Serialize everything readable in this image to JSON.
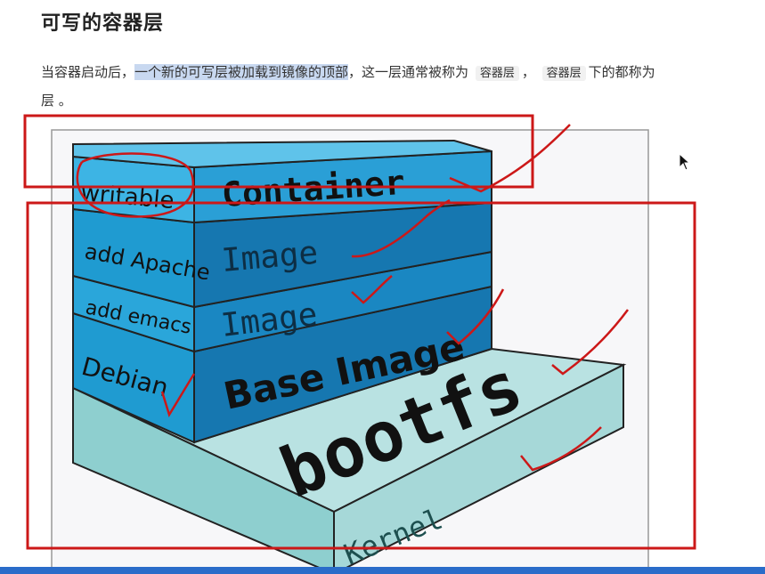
{
  "section": {
    "heading": "可写的容器层",
    "para_before": "当容器启动后，",
    "para_highlight": "一个新的可写层被加载到镜像的顶部",
    "para_middle": "，这一层通常被称为",
    "code1": "容器层",
    "para_sep": "，",
    "code2": "容器层",
    "para_after": "下的都称为",
    "para_line2": "层 。"
  },
  "diagram": {
    "labels": {
      "writable": "writable",
      "container": "Container",
      "add_apache": "add Apache",
      "image1": "Image",
      "add_emacs": "add emacs",
      "image2": "Image",
      "debian": "Debian",
      "base_image": "Base Image",
      "bootfs": "bootfs",
      "kernel": "Kernel"
    },
    "colors": {
      "top_face": "#5fc3ea",
      "layer_front": "#1f9bd1",
      "layer_side": "#1677b0",
      "base_top": "#b9e2e2",
      "base_front": "#8ecfcf",
      "annotation_red": "#cc1818"
    }
  }
}
